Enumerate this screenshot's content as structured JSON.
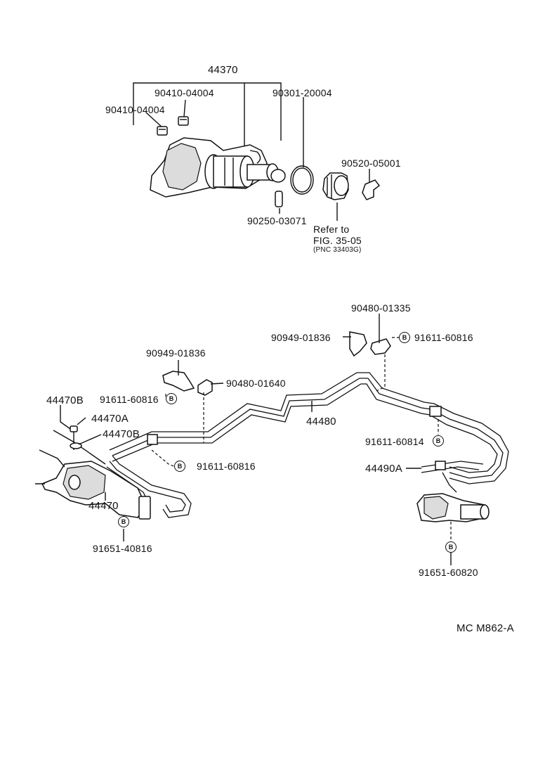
{
  "upper_assembly": {
    "assembly_no": "44370",
    "parts": {
      "fitting_a": "90410-04004",
      "fitting_b": "90410-04004",
      "o_ring": "90301-20004",
      "clip": "90520-05001",
      "pin": "90250-03071"
    },
    "reference": {
      "line1": "Refer to",
      "line2": "FIG. 35-05",
      "line3": "(PNC 33403G)"
    }
  },
  "lower_assembly": {
    "bracket_upper_right": "90949-01836",
    "grommet_upper_right": "90480-01335",
    "bolt_upper_right": "91611-60816",
    "bracket_center": "90949-01836",
    "grommet_center": "90480-01640",
    "bolt_center_left": "91611-60816",
    "pipe_left_b_top": "44470B",
    "pipe_left_a": "44470A",
    "pipe_left_b": "44470B",
    "pipe_main": "44480",
    "bolt_center_lower": "91611-60816",
    "bolt_right_mid": "91611-60814",
    "pipe_right": "44490A",
    "pipe_left": "44470",
    "bolt_left_bottom": "91651-40816",
    "bolt_right_bottom": "91651-60820",
    "bolt_marker": "B"
  },
  "drawing_code": "MC M862-A"
}
